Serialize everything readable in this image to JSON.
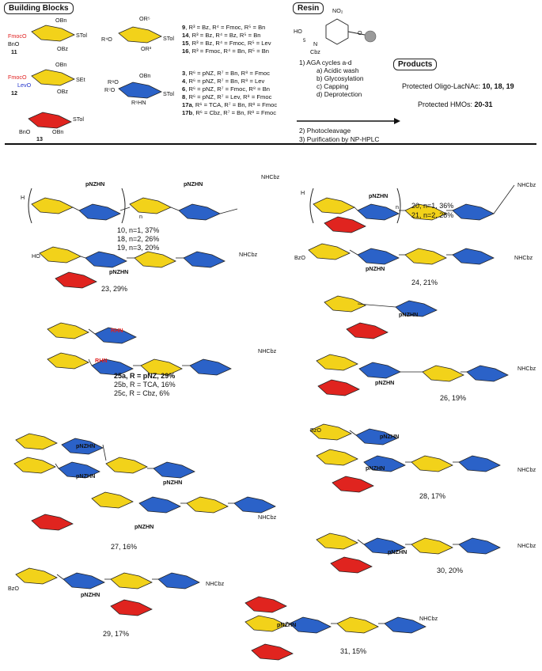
{
  "headers": {
    "building_blocks": "Building Blocks",
    "resin": "Resin",
    "products": "Products"
  },
  "colors": {
    "galactose": "#f2d21a",
    "glucosamine": "#2b62c8",
    "fucose": "#e0241f",
    "red_text": "#e02020",
    "blue_text": "#2233cc"
  },
  "bb_labels": {
    "b11": "11",
    "b12": "12",
    "b13": "13",
    "fmoco": "FmocO",
    "levo": "LevO",
    "fmoco2": "FmocO",
    "stol": "STol",
    "set": "SEt",
    "obz": "OBz",
    "bno": "BnO",
    "obn": "OBn"
  },
  "bb_list_a": [
    {
      "num": "9",
      "text": ", R³ = Bz, R⁴ = Fmoc, R⁵ = Bn"
    },
    {
      "num": "14",
      "text": ", R³ = Bz, R⁴ = Bz, R⁵ = Bn"
    },
    {
      "num": "15",
      "text": ", R³ = Bz, R⁴ = Fmoc, R⁵ = Lev"
    },
    {
      "num": "16",
      "text": ", R³ = Fmoc, R⁴ = Bn, R⁵ = Bn"
    }
  ],
  "bb_list_b": [
    {
      "num": "3",
      "text": ",  R⁶ = pNZ, R⁷ = Bn, R⁸ = Fmoc"
    },
    {
      "num": "4",
      "text": ",  R⁶ = pNZ, R⁷ = Bn, R⁸ = Lev"
    },
    {
      "num": "6",
      "text": ",  R⁶ = pNZ, R⁷ = Fmoc, R⁸ = Bn"
    },
    {
      "num": "8",
      "text": ",  R⁶ = pNZ, R⁷ = Lev, R⁸ = Fmoc"
    },
    {
      "num": "17a",
      "text": ", R⁶ = TCA, R⁷ = Bn, R⁸ = Fmoc"
    },
    {
      "num": "17b",
      "text": ", R⁶ = Cbz, R⁷ = Bn, R⁸ = Fmoc"
    }
  ],
  "resin": {
    "no2": "NO₂",
    "ho": "HO",
    "n": "N",
    "cbz": "Cbz",
    "sub5": "5"
  },
  "steps": [
    "1) AGA cycles a-d",
    "a) Acidic wash",
    "b) Glycosylation",
    "c) Capping",
    "d) Deprotection",
    "2) Photocleavage",
    "3) Purification by NP-HPLC"
  ],
  "products_text": {
    "oligo_label": "Protected Oligo-LacNAc: ",
    "oligo_nums": "10, 18, 19",
    "hmo_label": "Protected HMOs: ",
    "hmo_nums": "20-31"
  },
  "compounds": {
    "c10": "10, n=1, 37%",
    "c18": "18, n=2, 26%",
    "c19": "19, n=3, 20%",
    "c20": "20, n=1, 36%",
    "c21": "21, n=2, 28%",
    "c23": "23, 29%",
    "c24": "24, 21%",
    "c25a": "25a, R = pNZ, 29%",
    "c25b": "25b, R = TCA, 16%",
    "c25c": "25c, R = Cbz, 6%",
    "c26": "26, 19%",
    "c27": "27, 16%",
    "c28": "28, 17%",
    "c29": "29, 17%",
    "c30": "30, 20%",
    "c31": "31, 15%"
  },
  "common": {
    "h": "H",
    "n": "n",
    "pnzhn": "pNZHN",
    "rhn": "RHN",
    "nhcbz": "NHCbz",
    "obz": "OBz",
    "obn": "OBn",
    "bno": "BnO",
    "ho": "HO",
    "bzo": "BzO",
    "o": "O"
  }
}
